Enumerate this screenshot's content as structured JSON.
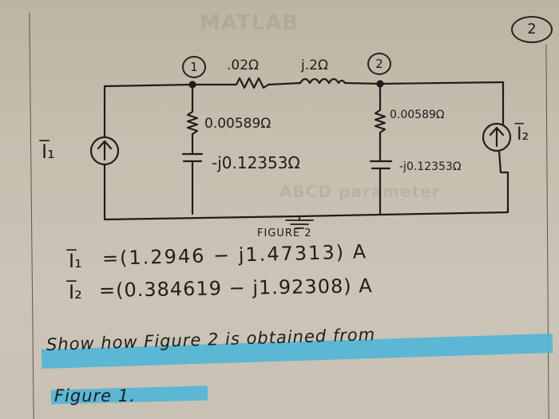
{
  "page": {
    "page_number": "2",
    "ghost_text_top": "MATLAB",
    "ghost_text_mid": "ABCD parameter"
  },
  "circuit": {
    "node1_label": "1",
    "node2_label": "2",
    "series_resistor": ".02Ω",
    "series_inductor": "j.2Ω",
    "shunt1_resistor": "0.00589Ω",
    "shunt1_capacitor": "-j0.12353Ω",
    "shunt2_resistor": "0.00589Ω",
    "shunt2_capacitor": "-j0.12353Ω",
    "source1_label": "I̅₁",
    "source2_label": "I̅₂",
    "source1_icon": "current-source-up-arrow",
    "source2_icon": "current-source-up-arrow",
    "ground_icon": "ground-symbol",
    "figure_caption": "FIGURE 2"
  },
  "results": {
    "i1_label": "I̅₁",
    "i1_value": "=(1.2946 − j1.47313) A",
    "i2_label": "I̅₂",
    "i2_value": "=(0.384619 − j1.92308) A"
  },
  "question": {
    "line1": "Show how Figure 2 is obtained from",
    "line2": "Figure 1.",
    "highlight_color": "#4fb6d6"
  }
}
